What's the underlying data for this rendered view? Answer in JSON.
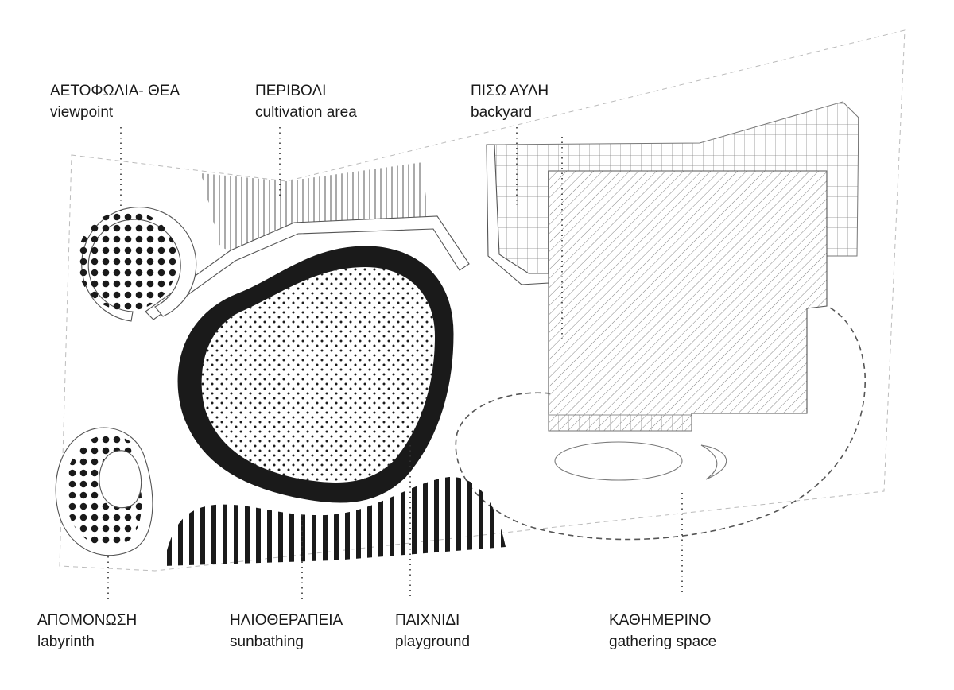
{
  "zones": [
    {
      "id": "viewpoint",
      "label_gr": "ΑΕΤΟΦΩΛΙΑ- ΘΕΑ",
      "label_en": "viewpoint"
    },
    {
      "id": "cultivation",
      "label_gr": "ΠΕΡΙΒΟΛΙ",
      "label_en": "cultivation area"
    },
    {
      "id": "backyard",
      "label_gr": "ΠΙΣΩ ΑΥΛΗ",
      "label_en": "backyard"
    },
    {
      "id": "labyrinth",
      "label_gr": "ΑΠΟΜΟΝΩΣΗ",
      "label_en": "labyrinth"
    },
    {
      "id": "sunbathing",
      "label_gr": "ΗΛΙΟΘΕΡΑΠΕΙΑ",
      "label_en": "sunbathing"
    },
    {
      "id": "playground",
      "label_gr": "ΠΑΙΧΝΙΔΙ",
      "label_en": "playground"
    },
    {
      "id": "gathering",
      "label_gr": "ΚΑΘΗΜΕΡΙΝΟ",
      "label_en": "gathering space"
    }
  ],
  "colors": {
    "ink": "#1a1a1a",
    "thin_line": "#555555",
    "dashed_border": "#bbbbbb",
    "background": "#ffffff"
  }
}
